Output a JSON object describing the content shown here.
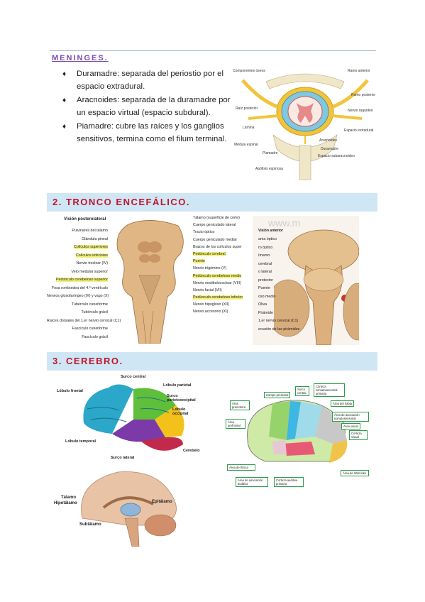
{
  "meninges": {
    "title": "MENINGES.",
    "items": [
      "Duramadre: separada del periostio por el espacio extradural.",
      "Aracnoides: separada de la duramadre por un espacio virtual (espacio subdural).",
      "Piamadre: cubre las raíces y los ganglios sensitivos, termina como el filum terminal."
    ],
    "figure_labels": {
      "componentes_oseos": "Componentes óseos",
      "ramo_anterior": "Ramo anterior",
      "ramo_posterior": "Ramo posterior",
      "raiz_posterior": "Raíz posterior",
      "nervio_raquideo": "Nervio raquídeo",
      "lamina": "Lámina",
      "espacio_extradural": "Espacio extradural",
      "aracnoides": "Aracnoides",
      "medula_espinal": "Médula espinal",
      "duramadre": "Duramadre",
      "piamadre": "Piamadre",
      "espacio_subaracnoideo": "Espacio subaracnoideo",
      "apofisis_espinosa": "Apófisis espinosa"
    }
  },
  "tronco": {
    "title": "2. TRONCO ENCEFÁLICO.",
    "left_heading": "Visión posterolateral",
    "left_labels": [
      {
        "text": "Pulvinares del tálamo",
        "hl": false
      },
      {
        "text": "Glándula pineal",
        "hl": false
      },
      {
        "text": "Colículos superiores",
        "hl": true
      },
      {
        "text": "Colículos inferiores",
        "hl": true
      },
      {
        "text": "Nervio troclear (IV)",
        "hl": false
      },
      {
        "text": "Velo medular superior",
        "hl": false
      },
      {
        "text": "Pedúnculo cerebeloso superior",
        "hl": true
      },
      {
        "text": "Fosa romboidea del 4.º ventrículo",
        "hl": false
      },
      {
        "text": "Nervios glosofaríngeo (IX) y vago (X)",
        "hl": false
      },
      {
        "text": "Tubérculo cuneiforme",
        "hl": false
      },
      {
        "text": "Tubérculo grácil",
        "hl": false
      },
      {
        "text": "Raíces dorsales del 1.er nervio cervical (C1)",
        "hl": false
      },
      {
        "text": "Fascículo cuneiforme",
        "hl": false
      },
      {
        "text": "Fascículo grácil",
        "hl": false
      }
    ],
    "right_labels": [
      {
        "text": "Tálamo (superficie de corte)",
        "hl": false
      },
      {
        "text": "Cuerpo geniculado lateral",
        "hl": false
      },
      {
        "text": "Tracto óptico",
        "hl": false
      },
      {
        "text": "Cuerpo geniculado medial",
        "hl": false
      },
      {
        "text": "Brazos de los colículos super",
        "hl": false
      },
      {
        "text": "Pedúnculo cerebral",
        "hl": true
      },
      {
        "text": "Puente",
        "hl": true
      },
      {
        "text": "Nervio trigémino (V)",
        "hl": false
      },
      {
        "text": "Pedúnculo cerebeloso medio",
        "hl": true
      },
      {
        "text": "Nervio vestibulococlear (VIII)",
        "hl": false
      },
      {
        "text": "Nervio facial (VII)",
        "hl": false
      },
      {
        "text": "Pedúnculo cerebeloso inferior",
        "hl": true
      },
      {
        "text": "Nervio hipogloso (XII)",
        "hl": false
      },
      {
        "text": "Nervio accesorio (XI)",
        "hl": false
      }
    ],
    "anterior_heading": "Visión anterior",
    "watermark": "www.m",
    "anterior_labels": [
      "ama óptico",
      "ro óptico",
      "ímamo",
      "cerebral",
      "o lateral",
      "protector",
      "Puente",
      "oso medio",
      "Oliva",
      "Pirámide",
      "1.er nervio cervical (C1)",
      "ecusión de las pirámides"
    ]
  },
  "cerebro": {
    "title": "3. CEREBRO.",
    "lateral_labels": {
      "surco_central": "Surco central",
      "lobulo_parietal": "Lóbulo parietal",
      "lobulo_frontal": "Lóbulo frontal",
      "surco_parietooccipital": "Surco parietooccipital",
      "lobulo_occipital": "Lóbulo occipital",
      "lobulo_temporal": "Lóbulo temporal",
      "cerebelo": "Cerebelo",
      "surco_lateral": "Surco lateral"
    },
    "sagittal_labels": {
      "talamo": "Tálamo",
      "hipotalamo": "Hipotálamo",
      "epitalamo": "Epitálamo",
      "subtalamo": "Subtálamo"
    },
    "areas": [
      "Campo premotor",
      "Surco central",
      "Corteza somatosensorial primaria",
      "Área premotora",
      "Área del habla",
      "Área prefrontal",
      "Área de asociación somatosensorial",
      "Área visual",
      "Corteza visual",
      "Área de Broca",
      "Área de asociación auditiva",
      "Corteza auditiva primaria",
      "Área de Wernicke"
    ]
  },
  "colors": {
    "section_bar_bg": "#cfe6f5",
    "section_title": "#c0142a",
    "meninges_title": "#7a4ab0",
    "highlight": "#f4f27a"
  }
}
